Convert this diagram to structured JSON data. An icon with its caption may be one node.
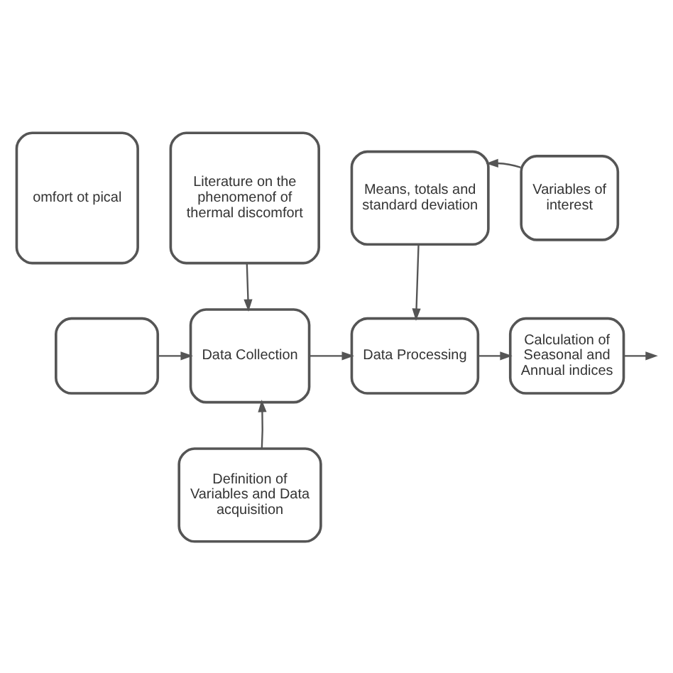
{
  "diagram": {
    "nodes": [
      {
        "text": [
          "omfort ot pical"
        ]
      },
      {
        "text": [
          "Literature on the phenomenof of thermal discomfort"
        ]
      },
      {
        "text": [
          "Means, totals and standard deviation"
        ]
      },
      {
        "text": [
          "Variables of interest"
        ]
      },
      {
        "text": [],
        "shape": "box"
      },
      {
        "text": [
          "Data Collection"
        ]
      },
      {
        "text": [
          "Data Processing"
        ]
      },
      {
        "text": [
          "Calculation of Seasonal and Annual indices"
        ]
      },
      {
        "text": [
          "Definition of Variables and Data acquisition"
        ]
      }
    ],
    "edges": [
      {
        "from": 3,
        "to": 2,
        "arrow": "to"
      },
      {
        "from": 1,
        "to": 5,
        "arrow": "to"
      },
      {
        "from": 2,
        "to": 6,
        "arrow": "to"
      },
      {
        "from": 4,
        "to": 5,
        "arrow": "to"
      },
      {
        "from": 5,
        "to": 6,
        "arrow": "to"
      },
      {
        "from": 6,
        "to": 7,
        "arrow": "to"
      },
      {
        "from": 7,
        "to": null,
        "arrow": "to"
      },
      {
        "from": 8,
        "to": 5,
        "arrow": "to"
      }
    ]
  }
}
